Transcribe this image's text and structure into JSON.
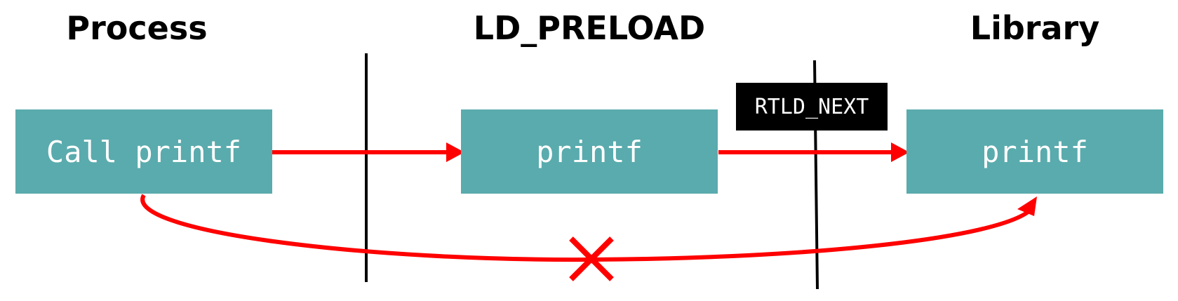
{
  "headers": {
    "process": "Process",
    "ld_preload": "LD_PRELOAD",
    "library": "Library"
  },
  "boxes": {
    "process_box": "Call printf",
    "preload_box": "printf",
    "library_box": "printf"
  },
  "rtld_tag": "RTLD_NEXT",
  "colors": {
    "box_fill": "#5aabad",
    "arrow": "#ff0000",
    "tag_fill": "#000000",
    "divider": "#000000"
  }
}
